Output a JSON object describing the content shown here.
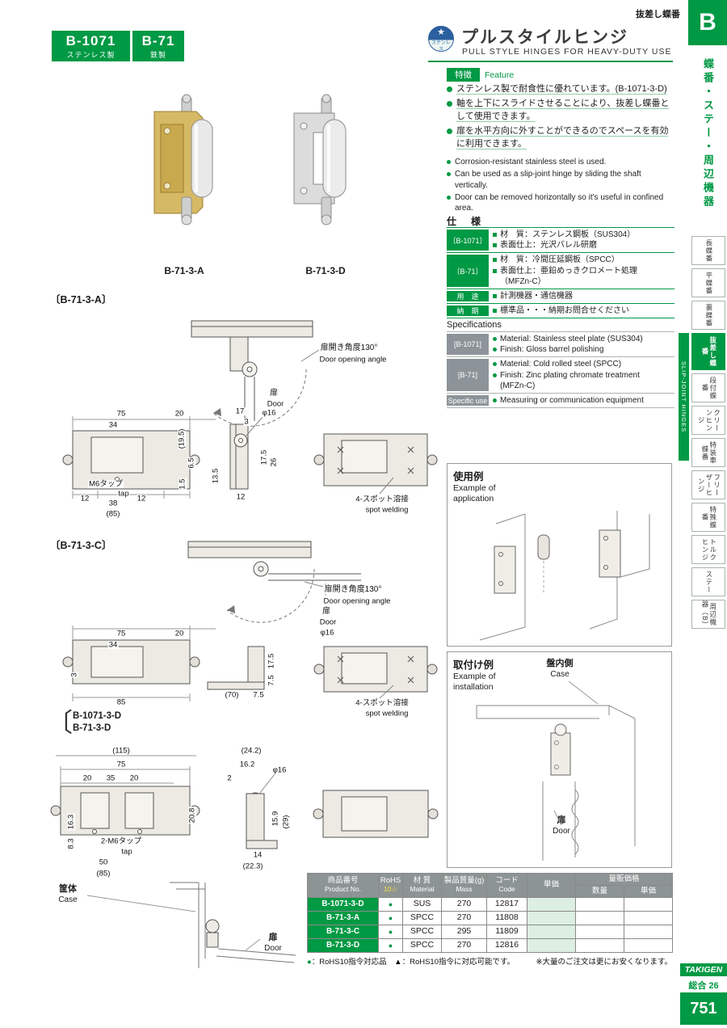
{
  "page": {
    "top_category": "抜差し蝶番",
    "section_letter": "B",
    "brand": "TAKIGEN",
    "catalog_no": "総合 26",
    "page_number": "751"
  },
  "header": {
    "codes": [
      {
        "code": "B-1071",
        "material": "ステンレス製"
      },
      {
        "code": "B-71",
        "material": "鉄製"
      }
    ],
    "badge": "ステンレス",
    "title_jp": "プルスタイルヒンジ",
    "title_en": "PULL STYLE HINGES FOR HEAVY-DUTY USE"
  },
  "feature": {
    "label_jp": "特徴",
    "label_en": "Feature",
    "jp": [
      "ステンレス製で耐食性に優れています。(B-1071-3-D)",
      "軸を上下にスライドさせることにより、抜差し蝶番として使用できます。",
      "扉を水平方向に外すことができるのでスペースを有効に利用できます。"
    ],
    "en": [
      "Corrosion-resistant stainless steel is used.",
      "Can be used as a slip-joint hinge by sliding the shaft vertically.",
      "Door can be removed horizontally so it's useful in confined area."
    ]
  },
  "spec_jp": {
    "title": "仕　様",
    "rows": [
      {
        "label": "〔B-1071〕",
        "lines": [
          "材　質：ステンレス鋼板（SUS304）",
          "表面仕上：光沢バレル研磨"
        ]
      },
      {
        "label": "〔B-71〕",
        "lines": [
          "材　質：冷間圧延鋼板（SPCC）",
          "表面仕上：亜鉛めっきクロメート処理",
          "（MFZn-C）"
        ]
      },
      {
        "label": "用　途",
        "lines": [
          "計測機器・通信機器"
        ]
      },
      {
        "label": "納　期",
        "lines": [
          "標準品・・・納期お問合せください"
        ]
      }
    ]
  },
  "spec_en": {
    "title": "Specifications",
    "rows": [
      {
        "label": "[B-1071]",
        "lines": [
          "Material: Stainless steel plate (SUS304)",
          "Finish: Gloss barrel polishing"
        ]
      },
      {
        "label": "[B-71]",
        "lines": [
          "Material: Cold rolled steel (SPCC)",
          "Finish: Zinc plating chromate treatment",
          "(MFZn-C)"
        ]
      },
      {
        "label": "Specific use",
        "lines": [
          "Measuring or communication equipment"
        ]
      }
    ]
  },
  "photos": {
    "caption_a": "B-71-3-A",
    "caption_d": "B-71-3-D"
  },
  "drawA": {
    "title": "〔B-71-3-A〕",
    "angle_jp": "扉開き角度130°",
    "angle_en": "Door opening angle",
    "door_jp": "扉",
    "door_en": "Door",
    "d75": "75",
    "d20": "20",
    "d34": "34",
    "d19_5": "(19.5)",
    "d6_5": "6.5",
    "d1_5": "1.5",
    "tap_jp": "M6タップ",
    "tap_en": "tap",
    "d12a": "12",
    "d38": "38",
    "d12b": "12",
    "d85": "(85)",
    "d17": "17",
    "d3": "3",
    "phi16": "φ16",
    "d17_5": "17.5",
    "d26": "26",
    "d13_5": "13.5",
    "d12c": "12",
    "weld_jp": "4-スポット溶接",
    "weld_en": "spot welding"
  },
  "drawC": {
    "title": "〔B-71-3-C〕",
    "angle_jp": "扉開き角度130°",
    "angle_en": "Door opening angle",
    "door_jp": "扉",
    "door_en": "Door",
    "phi16": "φ16",
    "d75": "75",
    "d20": "20",
    "d34": "34",
    "d3": "3",
    "d85": "85",
    "d70": "(70)",
    "d7_5a": "7.5",
    "d17_5": "17.5",
    "d7_5b": "7.5",
    "weld_jp": "4-スポット溶接",
    "weld_en": "spot welding"
  },
  "drawD": {
    "bracket": "〔",
    "title1": "B-1071-3-D",
    "title2": "B-71-3-D",
    "d115": "(115)",
    "d75": "75",
    "d20a": "20",
    "d35": "35",
    "d20b": "20",
    "d16_3": "16.3",
    "d8_3": "8.3",
    "d20_8": "20.8",
    "tap_jp": "2-M6タップ",
    "tap_en": "tap",
    "d50": "50",
    "d85": "(85)",
    "d24_2": "(24.2)",
    "d16_2": "16.2",
    "d2": "2",
    "phi16": "φ16",
    "d15_9": "15.9",
    "d29": "(29)",
    "d14": "14",
    "d22_3": "(22.3)",
    "case_jp": "筐体",
    "case_en": "Case",
    "door_jp": "扉",
    "door_en": "Door"
  },
  "usage": {
    "title_jp": "使用例",
    "title_en_1": "Example of",
    "title_en_2": "application"
  },
  "install": {
    "title_jp": "取付け例",
    "title_en_1": "Example of",
    "title_en_2": "installation",
    "case_jp": "盤内側",
    "case_en": "Case",
    "door_jp": "扉",
    "door_en": "Door"
  },
  "sidebar": {
    "category": "蝶番・ステー・周辺機器",
    "slip_label": "SLIP-JOINT HINGES",
    "tabs": [
      "長蝶番",
      "平蝶番",
      "裏蝶番",
      "抜差し蝶番",
      "段付蝶番",
      "クリーンヒンジ",
      "特装車蝶番",
      "フリーザーヒンジ",
      "特殊蝶番",
      "トルクヒンジ",
      "ステー",
      "周辺機器（B）"
    ]
  },
  "table": {
    "headers": {
      "product_jp": "商品番号",
      "product_en": "Product No.",
      "rohs1": "RoHS",
      "rohs2": "10☆",
      "material_jp": "材 質",
      "material_en": "Material",
      "mass_jp": "製品質量(g)",
      "mass_en": "Mass",
      "code_jp": "コード",
      "code_en": "Code",
      "price": "単価",
      "volume": "量販価格",
      "qty": "数量",
      "unit_price": "単価"
    },
    "rows": [
      {
        "no": "B-1071-3-D",
        "rohs": "●",
        "material": "SUS",
        "mass": "270",
        "code": "12817"
      },
      {
        "no": "B-71-3-A",
        "rohs": "●",
        "material": "SPCC",
        "mass": "270",
        "code": "11808"
      },
      {
        "no": "B-71-3-C",
        "rohs": "●",
        "material": "SPCC",
        "mass": "295",
        "code": "11809"
      },
      {
        "no": "B-71-3-D",
        "rohs": "●",
        "material": "SPCC",
        "mass": "270",
        "code": "12816"
      }
    ],
    "note": {
      "dot": "●",
      "dot_text": "：RoHS10指令対応品　",
      "tri": "▲",
      "tri_text": "：RoHS10指令に対応可能です。",
      "right": "※大量のご注文は更にお安くなります。"
    }
  },
  "colors": {
    "accent_green": "#009944",
    "table_header_gray": "#8d9494",
    "price_cell_green": "#dcefe2",
    "rohs_yellow": "#ffe33e",
    "badge_blue": "#2b5f9e"
  }
}
